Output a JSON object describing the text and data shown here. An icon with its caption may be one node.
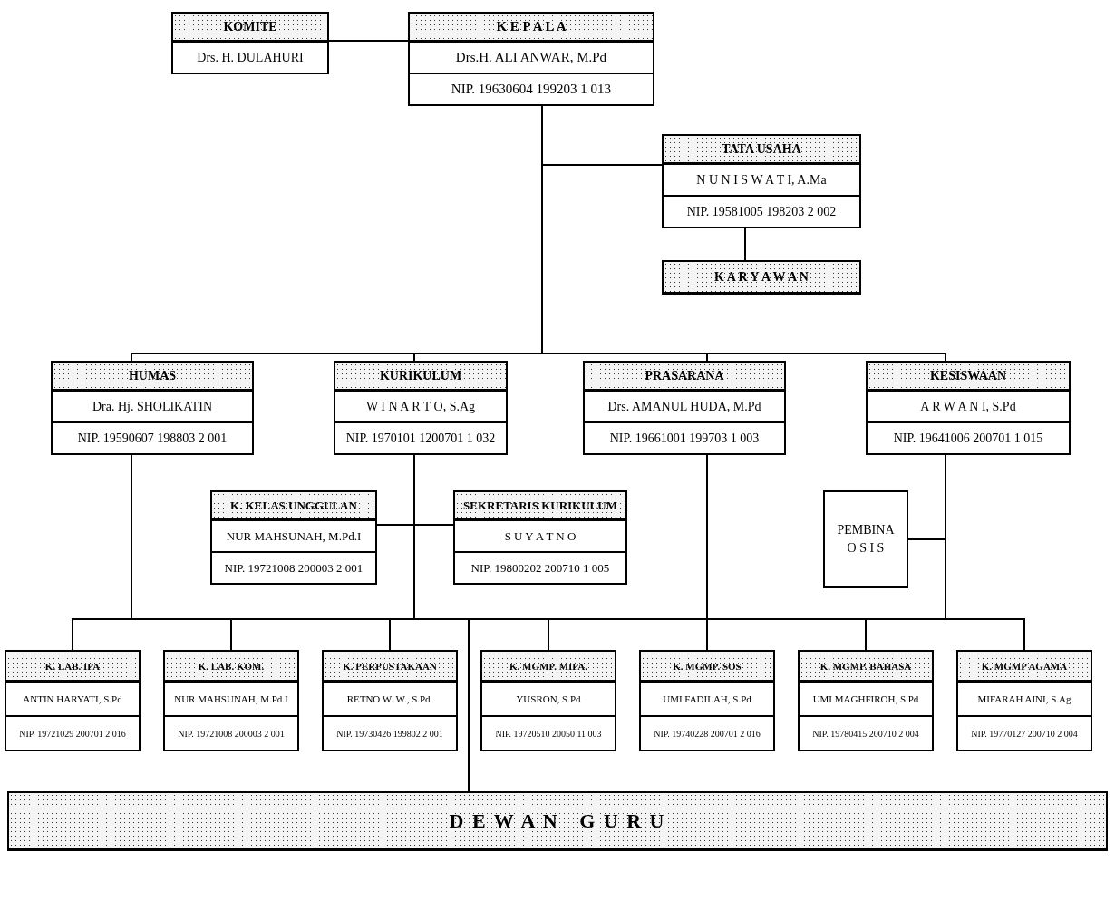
{
  "diagram": {
    "nodes": [
      {
        "text": [
          "KOMITE",
          "Drs. H. DULAHURI"
        ]
      },
      {
        "text": [
          "K E P A L A",
          "Drs.H. ALI ANWAR, M.Pd",
          "NIP. 19630604 199203 1 013"
        ]
      },
      {
        "text": [
          "TATA USAHA",
          "N U N I S W A T I, A.Ma",
          "NIP. 19581005 198203 2 002"
        ]
      },
      {
        "text": [
          "K A R Y A W A N"
        ]
      },
      {
        "text": [
          "HUMAS",
          "Dra. Hj. SHOLIKATIN",
          "NIP. 19590607 198803 2 001"
        ]
      },
      {
        "text": [
          "KURIKULUM",
          "W I N A R T O, S.Ag",
          "NIP. 1970101 1200701 1 032"
        ]
      },
      {
        "text": [
          "PRASARANA",
          "Drs. AMANUL HUDA, M.Pd",
          "NIP. 19661001 199703 1 003"
        ]
      },
      {
        "text": [
          "KESISWAAN",
          "A R W A N I, S.Pd",
          "NIP. 19641006 200701 1 015"
        ]
      },
      {
        "text": [
          "K. KELAS UNGGULAN",
          "NUR MAHSUNAH, M.Pd.I",
          "NIP. 19721008 200003 2 001"
        ]
      },
      {
        "text": [
          "SEKRETARIS KURIKULUM",
          "S U Y A T N O",
          "NIP. 19800202 200710 1 005"
        ]
      },
      {
        "text": [
          "PEMBINA O S I S"
        ]
      },
      {
        "text": [
          "K. LAB. IPA",
          "ANTIN HARYATI, S.Pd",
          "NIP. 19721029 200701 2 016"
        ]
      },
      {
        "text": [
          "K. LAB. KOM.",
          "NUR MAHSUNAH, M.Pd.I",
          "NIP. 19721008 200003 2 001"
        ]
      },
      {
        "text": [
          "K. PERPUSTAKAAN",
          "RETNO W. W., S.Pd.",
          "NIP. 19730426 199802 2 001"
        ]
      },
      {
        "text": [
          "K. MGMP. MIPA.",
          "YUSRON, S.Pd",
          "NIP. 19720510 20050 11 003"
        ]
      },
      {
        "text": [
          "K. MGMP. SOS",
          "UMI FADILAH, S.Pd",
          "NIP. 19740228 200701 2 016"
        ]
      },
      {
        "text": [
          "K. MGMP. BAHASA",
          "UMI MAGHFIROH, S.Pd",
          "NIP.  19780415 200710 2 004"
        ]
      },
      {
        "text": [
          "K. MGMP AGAMA",
          "MIFARAH AINI, S.Ag",
          "NIP.  19770127 200710 2 004"
        ]
      },
      {
        "text": [
          "D E W A N   G U R U"
        ]
      }
    ],
    "edges": [
      {
        "from": 0,
        "to": 1,
        "arrow": "none"
      },
      {
        "from": 1,
        "to": 2,
        "arrow": "none"
      },
      {
        "from": 2,
        "to": 3,
        "arrow": "none"
      },
      {
        "from": 1,
        "to": 4,
        "arrow": "none"
      },
      {
        "from": 1,
        "to": 5,
        "arrow": "none"
      },
      {
        "from": 1,
        "to": 6,
        "arrow": "none"
      },
      {
        "from": 1,
        "to": 7,
        "arrow": "none"
      },
      {
        "from": 5,
        "to": 8,
        "arrow": "none"
      },
      {
        "from": 5,
        "to": 9,
        "arrow": "none"
      },
      {
        "from": 7,
        "to": 10,
        "arrow": "none"
      },
      {
        "from": 4,
        "to": 11,
        "arrow": "none"
      },
      {
        "from": 4,
        "to": 12,
        "arrow": "none"
      },
      {
        "from": 4,
        "to": 13,
        "arrow": "none"
      },
      {
        "from": 4,
        "to": 14,
        "arrow": "none"
      },
      {
        "from": 4,
        "to": 15,
        "arrow": "none"
      },
      {
        "from": 4,
        "to": 16,
        "arrow": "none"
      },
      {
        "from": 4,
        "to": 17,
        "arrow": "none"
      },
      {
        "from": 4,
        "to": 18,
        "arrow": "none"
      },
      {
        "from": 5,
        "to": 11,
        "arrow": "none"
      },
      {
        "from": 5,
        "to": 12,
        "arrow": "none"
      },
      {
        "from": 5,
        "to": 13,
        "arrow": "none"
      },
      {
        "from": 5,
        "to": 14,
        "arrow": "none"
      },
      {
        "from": 5,
        "to": 15,
        "arrow": "none"
      },
      {
        "from": 5,
        "to": 16,
        "arrow": "none"
      },
      {
        "from": 5,
        "to": 17,
        "arrow": "none"
      },
      {
        "from": 5,
        "to": 18,
        "arrow": "none"
      },
      {
        "from": 6,
        "to": 11,
        "arrow": "none"
      },
      {
        "from": 6,
        "to": 12,
        "arrow": "none"
      },
      {
        "from": 6,
        "to": 13,
        "arrow": "none"
      },
      {
        "from": 6,
        "to": 14,
        "arrow": "none"
      },
      {
        "from": 6,
        "to": 15,
        "arrow": "none"
      },
      {
        "from": 6,
        "to": 16,
        "arrow": "none"
      },
      {
        "from": 6,
        "to": 17,
        "arrow": "none"
      },
      {
        "from": 6,
        "to": 18,
        "arrow": "none"
      },
      {
        "from": 7,
        "to": 11,
        "arrow": "none"
      },
      {
        "from": 7,
        "to": 12,
        "arrow": "none"
      },
      {
        "from": 7,
        "to": 13,
        "arrow": "none"
      },
      {
        "from": 7,
        "to": 14,
        "arrow": "none"
      },
      {
        "from": 7,
        "to": 15,
        "arrow": "none"
      },
      {
        "from": 7,
        "to": 16,
        "arrow": "none"
      },
      {
        "from": 7,
        "to": 17,
        "arrow": "none"
      },
      {
        "from": 7,
        "to": 18,
        "arrow": "none"
      }
    ]
  }
}
